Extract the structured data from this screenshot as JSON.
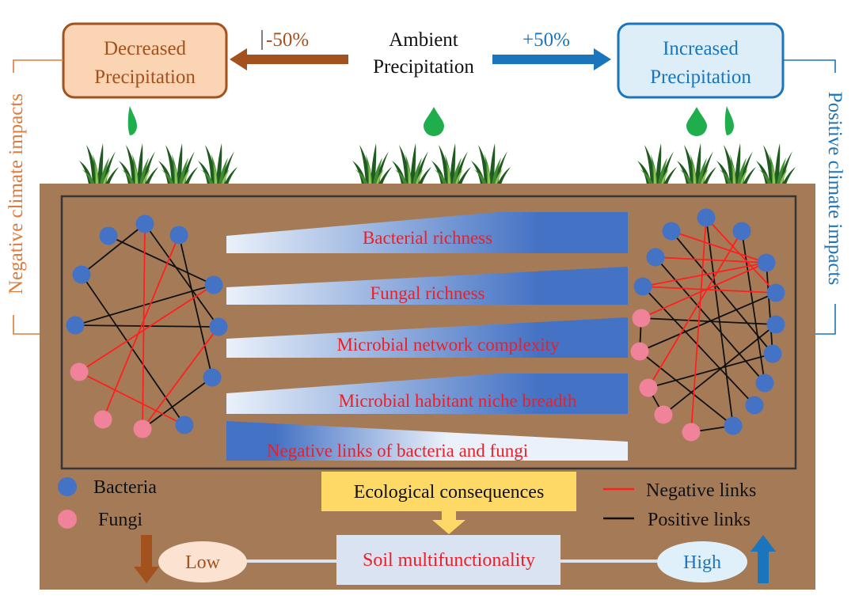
{
  "ambient": {
    "line1": "Ambient",
    "line2": "Precipitation"
  },
  "decreased": {
    "line1": "Decreased",
    "line2": "Precipitation",
    "change": "-50%"
  },
  "increased": {
    "line1": "Increased",
    "line2": "Precipitation",
    "change": "+50%"
  },
  "side_labels": {
    "negative": "Negative climate impacts",
    "positive": "Positive climate impacts"
  },
  "responses": [
    {
      "label": "Bacterial richness"
    },
    {
      "label": "Fungal richness"
    },
    {
      "label": "Microbial network complexity"
    },
    {
      "label": "Microbial habitant niche breadth"
    },
    {
      "label": "Negative links of bacteria and fungi"
    }
  ],
  "legend": {
    "bacteria": "Bacteria",
    "fungi": "Fungi",
    "negative_links": "Negative links",
    "positive_links": "Positive links"
  },
  "consequences": "Ecological consequences",
  "outcome": {
    "low": "Low",
    "high": "High",
    "label": "Soil multifunctionality"
  },
  "icons": {
    "drop": "water-drop-icon",
    "grass": "grass-icon",
    "arrow_left": "arrow-left-icon",
    "arrow_right": "arrow-right-icon",
    "arrow_down": "arrow-down-icon",
    "arrow_up": "arrow-up-icon"
  },
  "colors": {
    "decrease": "#a3511d",
    "decrease_fill": "#fbd4b4",
    "increase": "#1b75bc",
    "increase_fill": "#ddeef9",
    "side_negative": "#e07b39",
    "soil": "#a57b57",
    "bacteria": "#4472c4",
    "fungi": "#f0829a",
    "response_text": "#e8202a",
    "response_bar": "#4472c4",
    "response_bar_light": "#eaf1fa",
    "negative_link": "#ff1f1f",
    "positive_link": "#111111",
    "consequence_fill": "#ffd965",
    "outcome_fill": "#dae3f2",
    "low_fill": "#fce3d1",
    "high_fill": "#dff0fa",
    "drop": "#1fae4b"
  }
}
